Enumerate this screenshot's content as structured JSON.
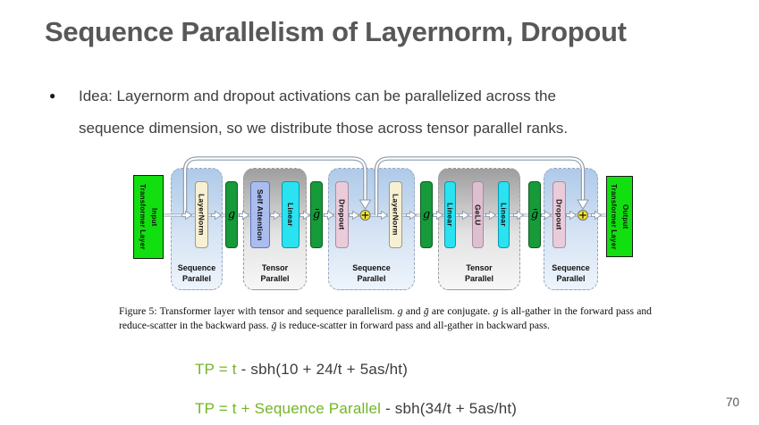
{
  "slide": {
    "title": "Sequence Parallelism of Layernorm, Dropout",
    "bullet_lines": [
      "Idea: Layernorm and dropout activations can be parallelized across the",
      "sequence dimension, so we distribute those across tensor parallel ranks."
    ],
    "bullet_marker": "●",
    "page_number": "70"
  },
  "figure": {
    "caption_segments": [
      {
        "text": "Figure 5: Transformer layer with tensor and sequence parallelism. ",
        "italic": false
      },
      {
        "text": "g",
        "italic": true
      },
      {
        "text": " and ",
        "italic": false
      },
      {
        "text": "ḡ",
        "italic": true
      },
      {
        "text": " are conjugate. ",
        "italic": false
      },
      {
        "text": "g",
        "italic": true
      },
      {
        "text": " is all-gather in the forward pass and reduce-scatter in the backward pass. ",
        "italic": false
      },
      {
        "text": "ḡ",
        "italic": true
      },
      {
        "text": " is reduce-scatter in forward pass and all-gather in backward pass.",
        "italic": false
      }
    ]
  },
  "diagram": {
    "input_label": "Transformer Layer Input",
    "output_label": "Transformer Layer Output",
    "boxes": {
      "layernorm": "LayerNorm",
      "self_attention": "Self Attention",
      "linear": "Linear",
      "gelu": "GeLU",
      "dropout": "Dropout",
      "gather": "g",
      "gather_conjugate": "ḡ"
    },
    "region_labels": {
      "sequence": "Sequence Parallel",
      "tensor": "Tensor Parallel"
    },
    "colors": {
      "io_green": "#12df10",
      "gather_green": "#169a3a",
      "layernorm_cream": "#f8f0d2",
      "self_attention_blue": "#abbcee",
      "linear_cyan": "#2ae2f0",
      "gelu_pink": "#debfd0",
      "dropout_pink": "#e9cbd9",
      "plus_yellow": "#f4e42e",
      "sequence_region_blue": "#aecae9",
      "tensor_region_gray": "#9e9e9e",
      "accent_green_text": "#72b626"
    }
  },
  "formulas": [
    {
      "highlight": "TP = t",
      "rest": " - sbh(10 + 24/t + 5as/ht)"
    },
    {
      "highlight": "TP = t + Sequence Parallel",
      "rest": " - sbh(34/t + 5as/ht)"
    }
  ]
}
